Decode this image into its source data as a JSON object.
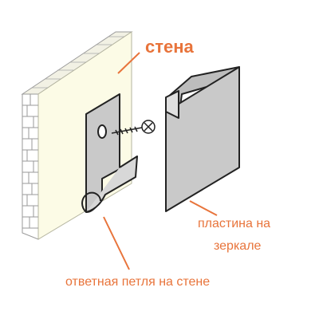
{
  "labels": {
    "wall": "стена",
    "mirror_plate_line1": "пластина на",
    "mirror_plate_line2": "зеркале",
    "wall_loop": "ответная петля на стене"
  },
  "colors": {
    "label": "#e8743b",
    "wall_face": "#fcfbe6",
    "brick_line": "#9a9a9a",
    "plate_fill": "#c9c9c9",
    "outline": "#222222"
  }
}
